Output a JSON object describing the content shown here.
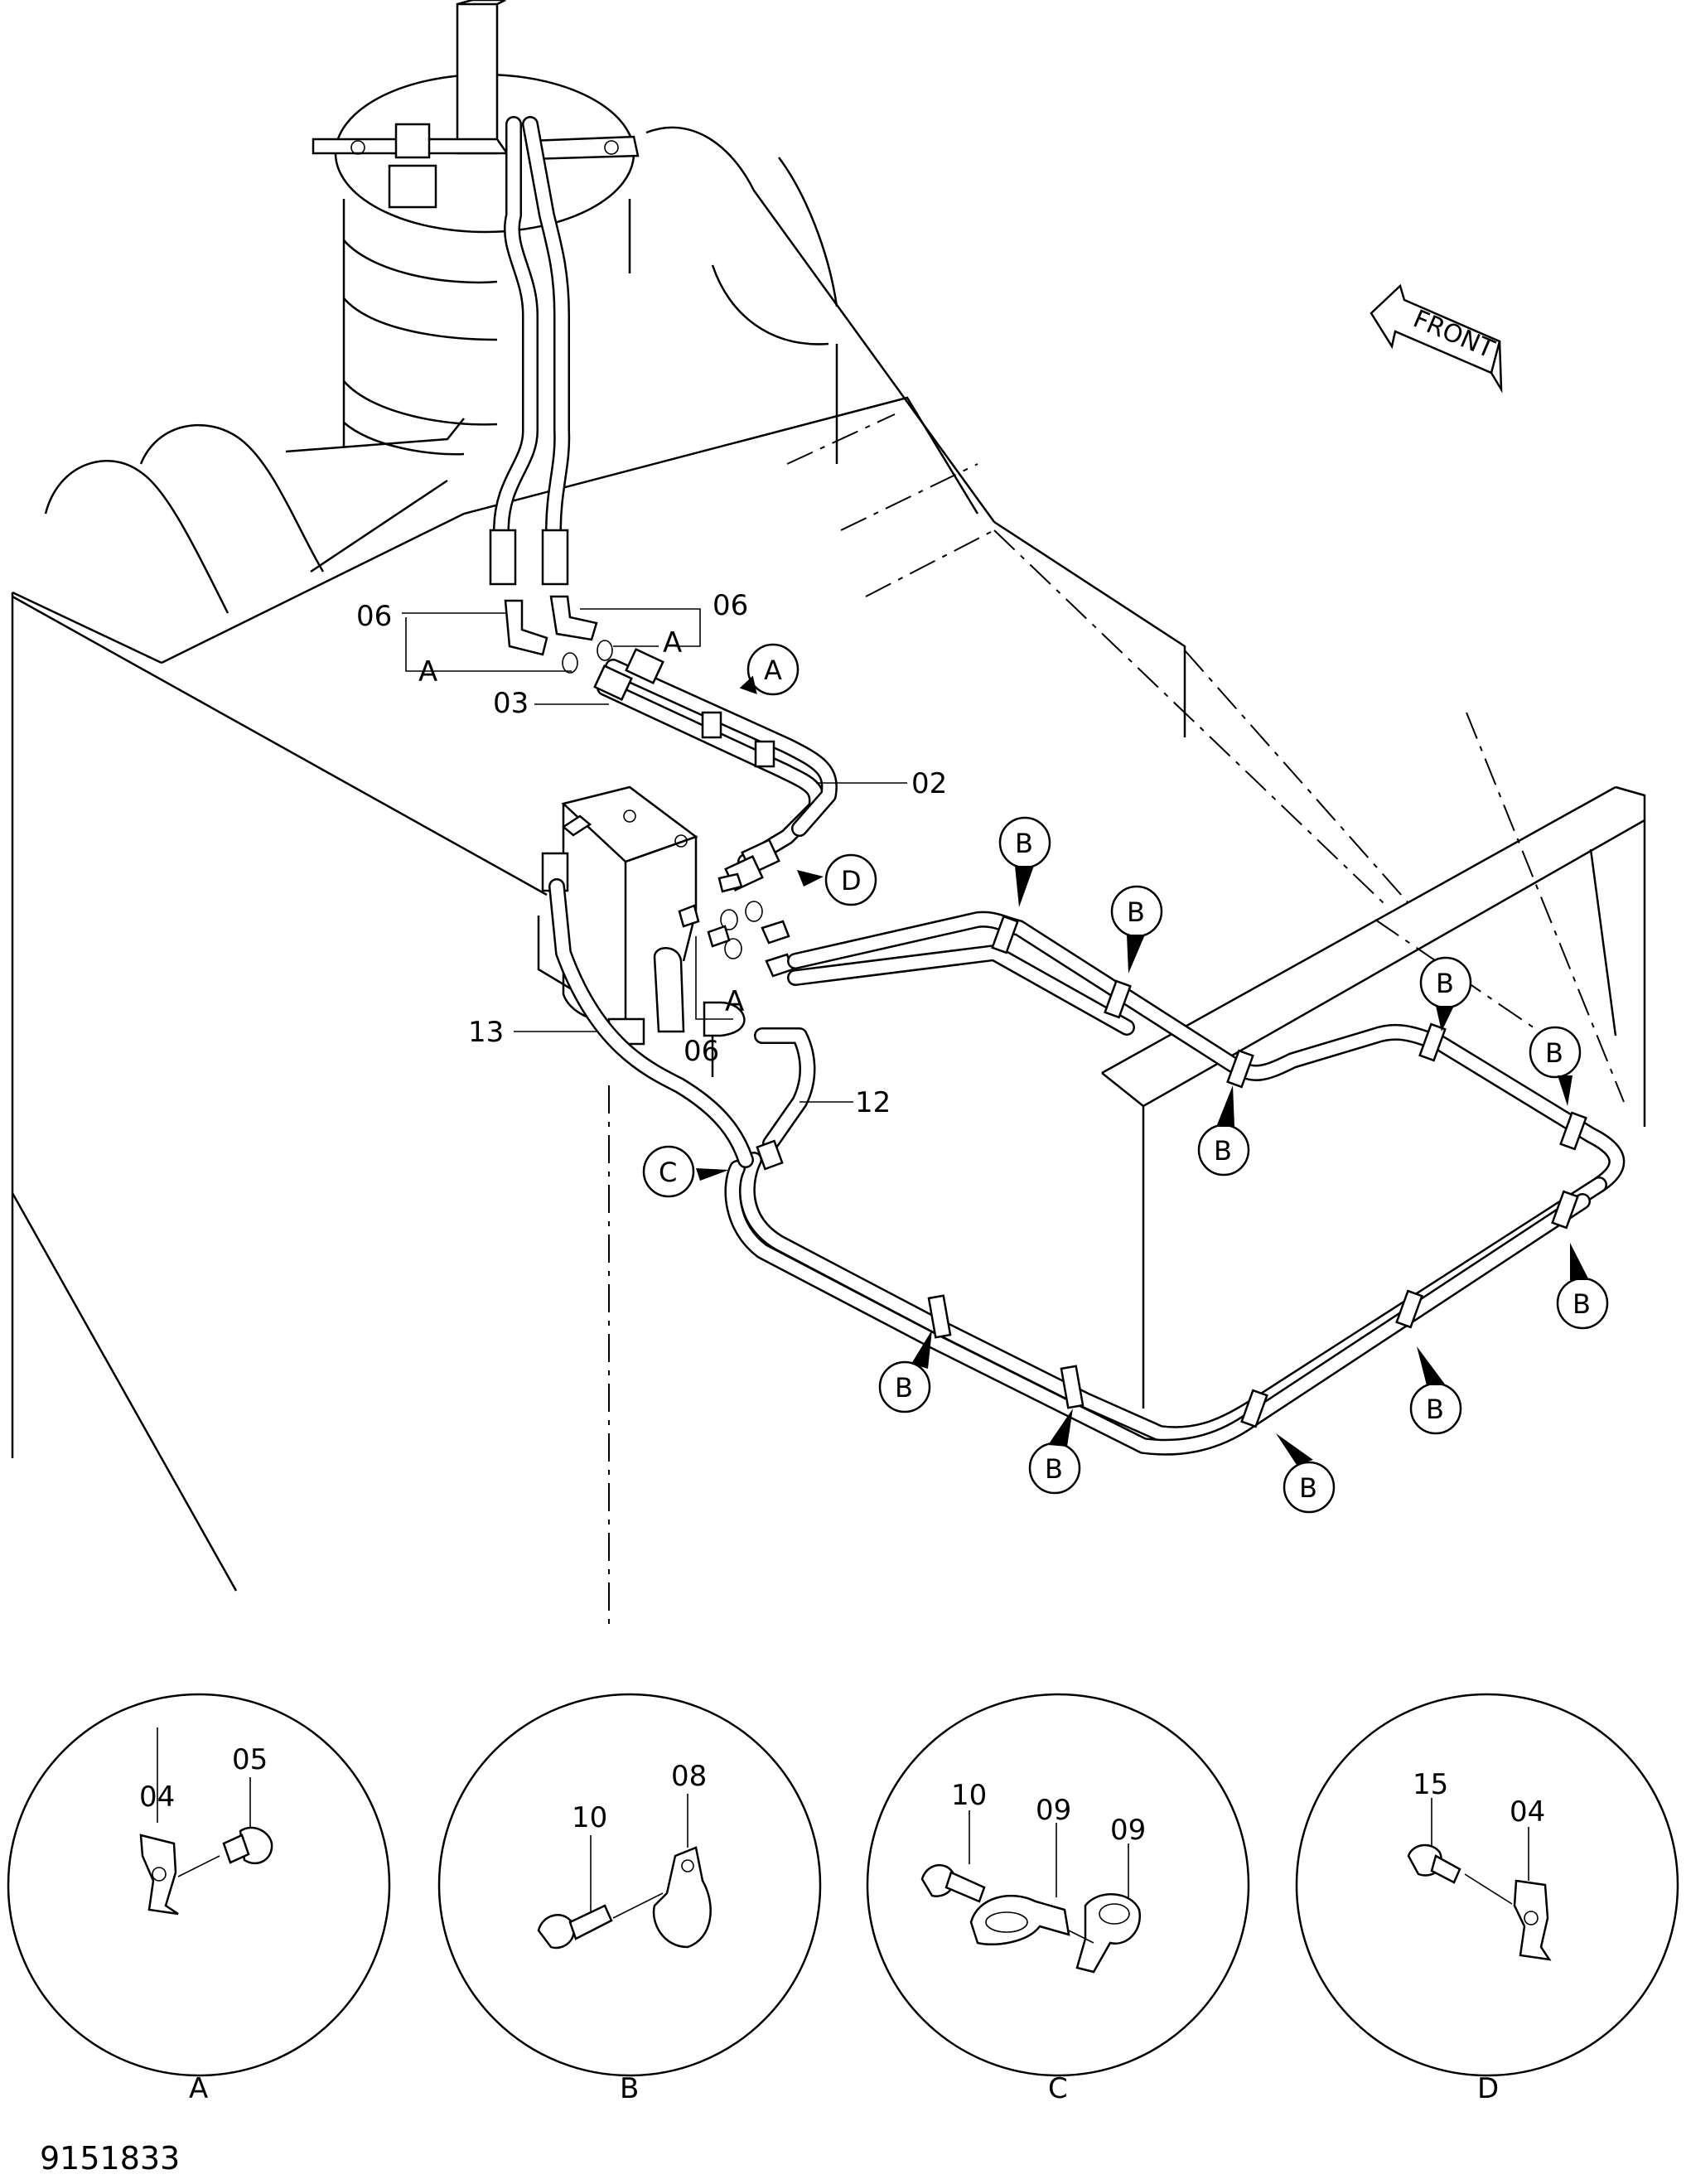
{
  "drawing_number": "9151833",
  "front_label": "FRONT",
  "part_labels": {
    "p02": "02",
    "p03": "03",
    "p06a": "06",
    "p06b": "06",
    "p06c": "06",
    "p12": "12",
    "p13": "13"
  },
  "group_labels": {
    "a_left": "A",
    "a_right": "A",
    "a_lower": "A"
  },
  "callouts": {
    "a": "A",
    "c": "C",
    "d": "D",
    "b": "B"
  },
  "details": [
    {
      "id": "A",
      "labels": [
        "04",
        "05"
      ]
    },
    {
      "id": "B",
      "labels": [
        "10",
        "08"
      ]
    },
    {
      "id": "C",
      "labels": [
        "10",
        "09",
        "09"
      ]
    },
    {
      "id": "D",
      "labels": [
        "15",
        "04"
      ]
    }
  ]
}
